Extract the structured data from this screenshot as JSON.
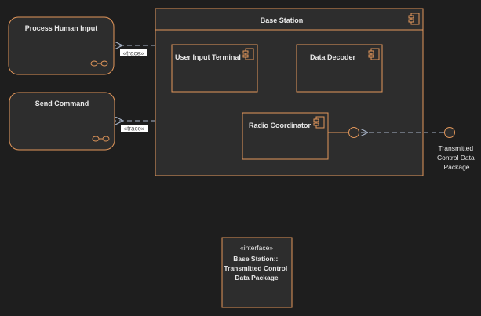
{
  "colors": {
    "background": "#1e1e1e",
    "stroke": "#e3975a",
    "fill": "#2d2d2d",
    "text": "#e8e8e8",
    "connector": "#a8b4c8"
  },
  "use_cases": [
    {
      "label": "Process Human Input",
      "icon": "collaboration-icon"
    },
    {
      "label": "Send Command",
      "icon": "collaboration-icon"
    }
  ],
  "trace_labels": [
    "«trace»",
    "«trace»"
  ],
  "base_station": {
    "title": "Base Station",
    "icon": "component-icon",
    "components": [
      {
        "label": "User Input Terminal",
        "icon": "component-icon"
      },
      {
        "label": "Data Decoder",
        "icon": "component-icon"
      },
      {
        "label": "Radio Coordinator",
        "icon": "component-icon"
      }
    ]
  },
  "interface_port": {
    "label_lines": [
      "Transmitted",
      "Control Data",
      "Package"
    ]
  },
  "interface_box": {
    "stereotype": "«interface»",
    "name_lines": [
      "Base Station::",
      "Transmitted Control",
      "Data Package"
    ]
  }
}
